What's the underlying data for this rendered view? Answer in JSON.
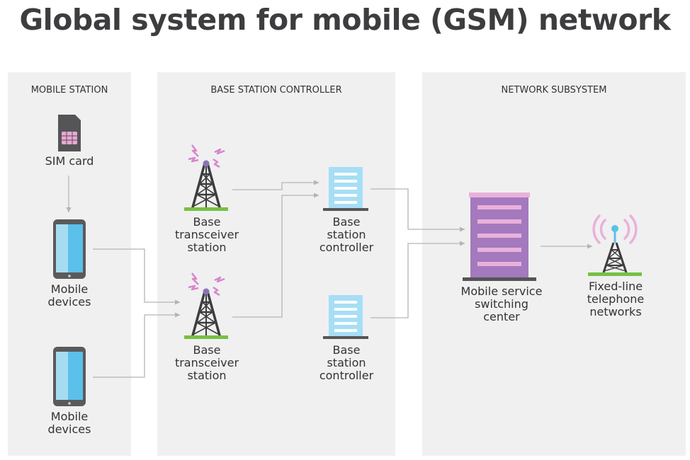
{
  "title": "Global system for mobile (GSM) network",
  "panels": {
    "mobile_station": "MOBILE STATION",
    "bsc": "BASE STATION CONTROLLER",
    "nss": "NETWORK SUBSYSTEM"
  },
  "nodes": {
    "sim": "SIM card",
    "mobile1": [
      "Mobile",
      "devices"
    ],
    "mobile2": [
      "Mobile",
      "devices"
    ],
    "bts1": [
      "Base",
      "transceiver",
      "station"
    ],
    "bts2": [
      "Base",
      "transceiver",
      "station"
    ],
    "bsc1": [
      "Base",
      "station",
      "controller"
    ],
    "bsc2": [
      "Base",
      "station",
      "controller"
    ],
    "msc": [
      "Mobile service",
      "switching",
      "center"
    ],
    "pstn": [
      "Fixed-line",
      "telephone",
      "networks"
    ]
  },
  "icons": {
    "sim": "sim-card-icon",
    "phone": "mobile-phone-icon",
    "tower": "transceiver-tower-icon",
    "controller": "controller-building-icon",
    "msc": "switching-center-building-icon",
    "pstn": "fixed-line-tower-icon"
  },
  "colors": {
    "title": "#3d3d3f",
    "panel": "#f0f0f0",
    "phone_screen": "#5bc0ea",
    "sim_chip": "#e9a8d3",
    "signal": "#d885cf",
    "ground": "#77c043",
    "controller": "#a6def5",
    "msc": "#a479bd",
    "msc_roof": "#e9b1da",
    "arrow": "#b5b5b5"
  }
}
